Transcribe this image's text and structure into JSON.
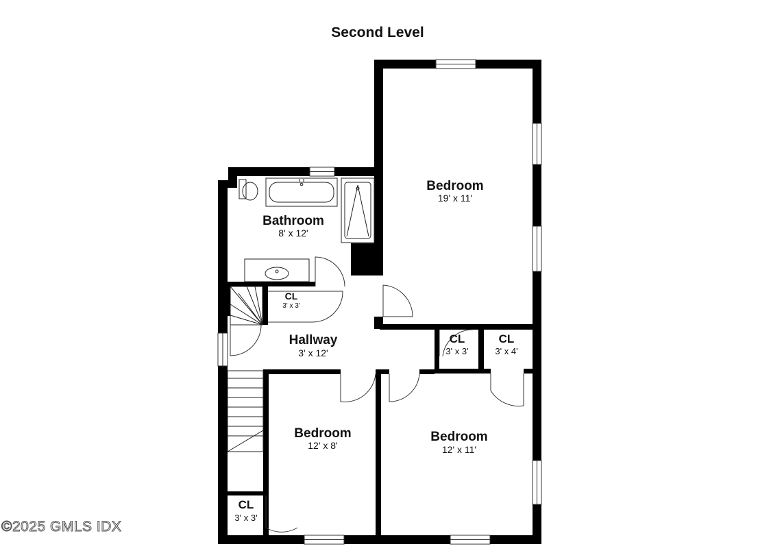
{
  "title": "Second Level",
  "rooms": {
    "bedroom_large": {
      "name": "Bedroom",
      "dims": "19' x 11'"
    },
    "bathroom": {
      "name": "Bathroom",
      "dims": "8' x 12'"
    },
    "closet_bath": {
      "name": "CL",
      "dims": "3' x 3'"
    },
    "hallway": {
      "name": "Hallway",
      "dims": "3' x 12'"
    },
    "closet_mid": {
      "name": "CL",
      "dims": "3' x 3'"
    },
    "closet_right": {
      "name": "CL",
      "dims": "3' x 4'"
    },
    "bedroom_left": {
      "name": "Bedroom",
      "dims": "12' x 8'"
    },
    "bedroom_right": {
      "name": "Bedroom",
      "dims": "12' x 11'"
    },
    "closet_bottom": {
      "name": "CL",
      "dims": "3' x 3'"
    }
  },
  "watermark": "©2025 GMLS IDX"
}
